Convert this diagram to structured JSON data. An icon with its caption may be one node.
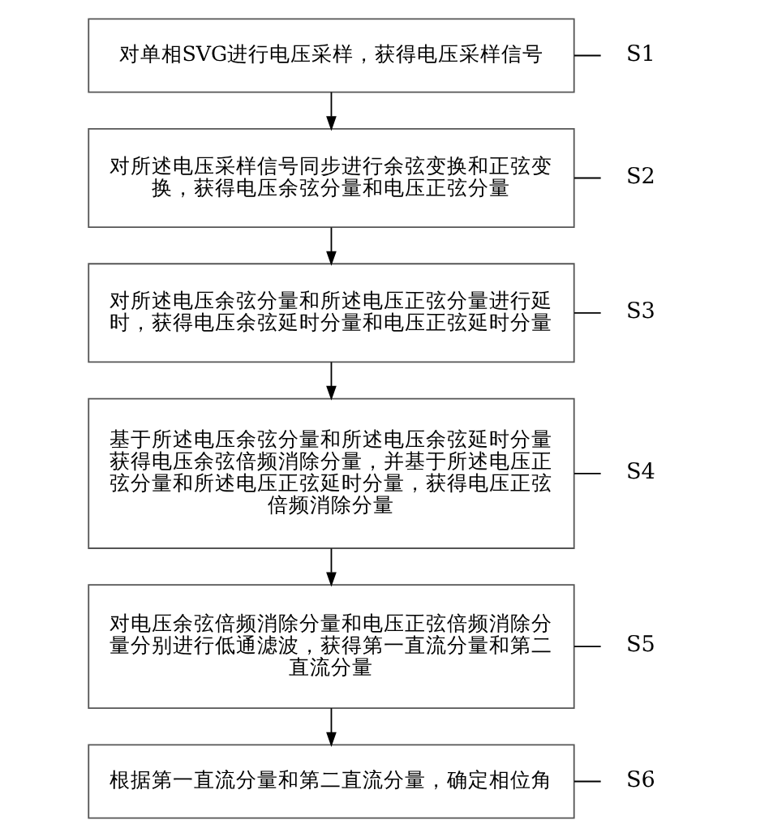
{
  "diagram": {
    "nodes": [
      {
        "text": [
          "对单相SVG进行电压采样，获得电压采样信号"
        ]
      },
      {
        "text": [
          "S1"
        ]
      },
      {
        "text": [
          "对所述电压采样信号同步进行余弦变换和正弦变换，获得电压余弦分量和电压正弦分量"
        ]
      },
      {
        "text": [
          "S2"
        ]
      },
      {
        "text": [
          "对所述电压余弦分量和所述电压正弦分量进行延时，获得电压余弦延时分量和电压正弦延时分量"
        ]
      },
      {
        "text": [
          "S3"
        ]
      },
      {
        "text": [
          "基于所述电压余弦分量和所述电压余弦延时分量获得电压余弦倍频消除分量，并基于所述电压正弦分量和所述电压正弦延时分量，获得电压正弦倍频消除分量"
        ]
      },
      {
        "text": [
          "S4"
        ]
      },
      {
        "text": [
          "对电压余弦倍频消除分量和电压正弦倍频消除分量分别进行低通滤波，获得第一直流分量和第二直流分量"
        ]
      },
      {
        "text": [
          "S5"
        ]
      },
      {
        "text": [
          "根据第一直流分量和第二直流分量，确定相位角"
        ]
      },
      {
        "text": [
          "S6"
        ]
      }
    ],
    "edges": [
      {
        "from": 0,
        "to": 2,
        "arrow": "to"
      },
      {
        "from": 2,
        "to": 4,
        "arrow": "to"
      },
      {
        "from": 4,
        "to": 6,
        "arrow": "to"
      },
      {
        "from": 6,
        "to": 8,
        "arrow": "to"
      },
      {
        "from": 8,
        "to": 10,
        "arrow": "to"
      },
      {
        "from": 1,
        "to": 0,
        "arrow": "none"
      },
      {
        "from": 3,
        "to": 2,
        "arrow": "none"
      },
      {
        "from": 5,
        "to": 4,
        "arrow": "none"
      },
      {
        "from": 7,
        "to": 6,
        "arrow": "none"
      },
      {
        "from": 9,
        "to": 8,
        "arrow": "none"
      },
      {
        "from": 11,
        "to": 10,
        "arrow": "none"
      }
    ]
  }
}
